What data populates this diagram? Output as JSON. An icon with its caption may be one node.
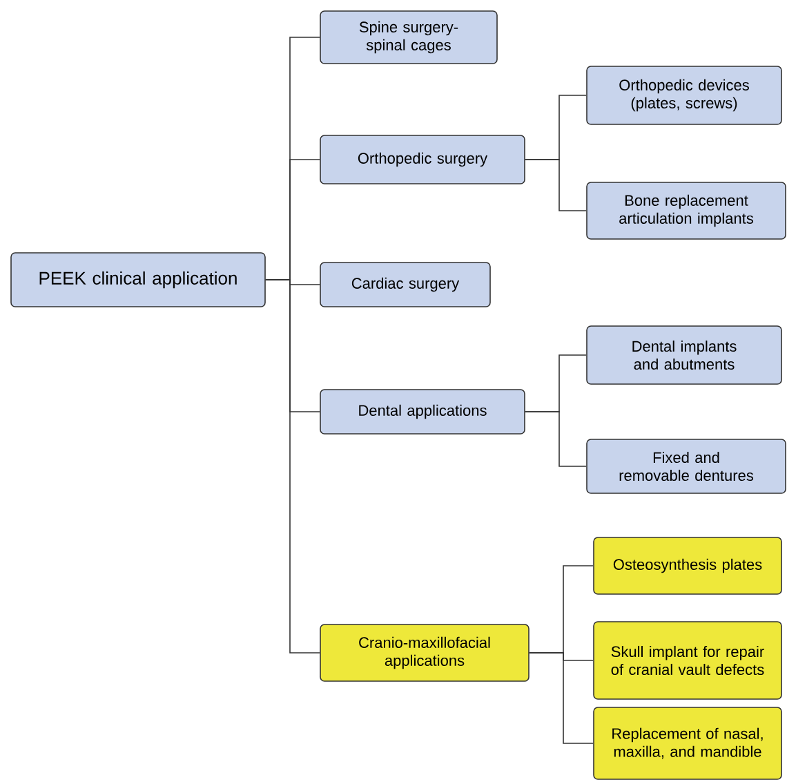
{
  "diagram": {
    "nodes": [
      {
        "text": [
          "PEEK clinical application"
        ]
      },
      {
        "text": [
          "Spine surgery-spinal cages"
        ]
      },
      {
        "text": [
          "Orthopedic surgery"
        ]
      },
      {
        "text": [
          "Orthopedic devices (plates, screws)"
        ]
      },
      {
        "text": [
          "Bone replacement articulation implants"
        ]
      },
      {
        "text": [
          "Cardiac surgery"
        ]
      },
      {
        "text": [
          "Dental applications"
        ]
      },
      {
        "text": [
          "Dental implants and abutments"
        ]
      },
      {
        "text": [
          "Fixed and removable dentures"
        ]
      },
      {
        "text": [
          "Cranio-maxillofacial applications"
        ]
      },
      {
        "text": [
          "Osteosynthesis plates"
        ]
      },
      {
        "text": [
          "Skull implant for repair of cranial vault defects"
        ]
      },
      {
        "text": [
          "Replacement of nasal, maxilla, and mandible"
        ]
      }
    ],
    "edges": [
      {
        "from": 0,
        "to": 1,
        "arrow": "none"
      },
      {
        "from": 0,
        "to": 2,
        "arrow": "none"
      },
      {
        "from": 0,
        "to": 5,
        "arrow": "none"
      },
      {
        "from": 0,
        "to": 6,
        "arrow": "none"
      },
      {
        "from": 0,
        "to": 9,
        "arrow": "none"
      },
      {
        "from": 2,
        "to": 3,
        "arrow": "none"
      },
      {
        "from": 2,
        "to": 4,
        "arrow": "none"
      },
      {
        "from": 6,
        "to": 7,
        "arrow": "none"
      },
      {
        "from": 6,
        "to": 8,
        "arrow": "none"
      },
      {
        "from": 9,
        "to": 10,
        "arrow": "none"
      },
      {
        "from": 9,
        "to": 11,
        "arrow": "none"
      },
      {
        "from": 9,
        "to": 12,
        "arrow": "none"
      }
    ]
  }
}
